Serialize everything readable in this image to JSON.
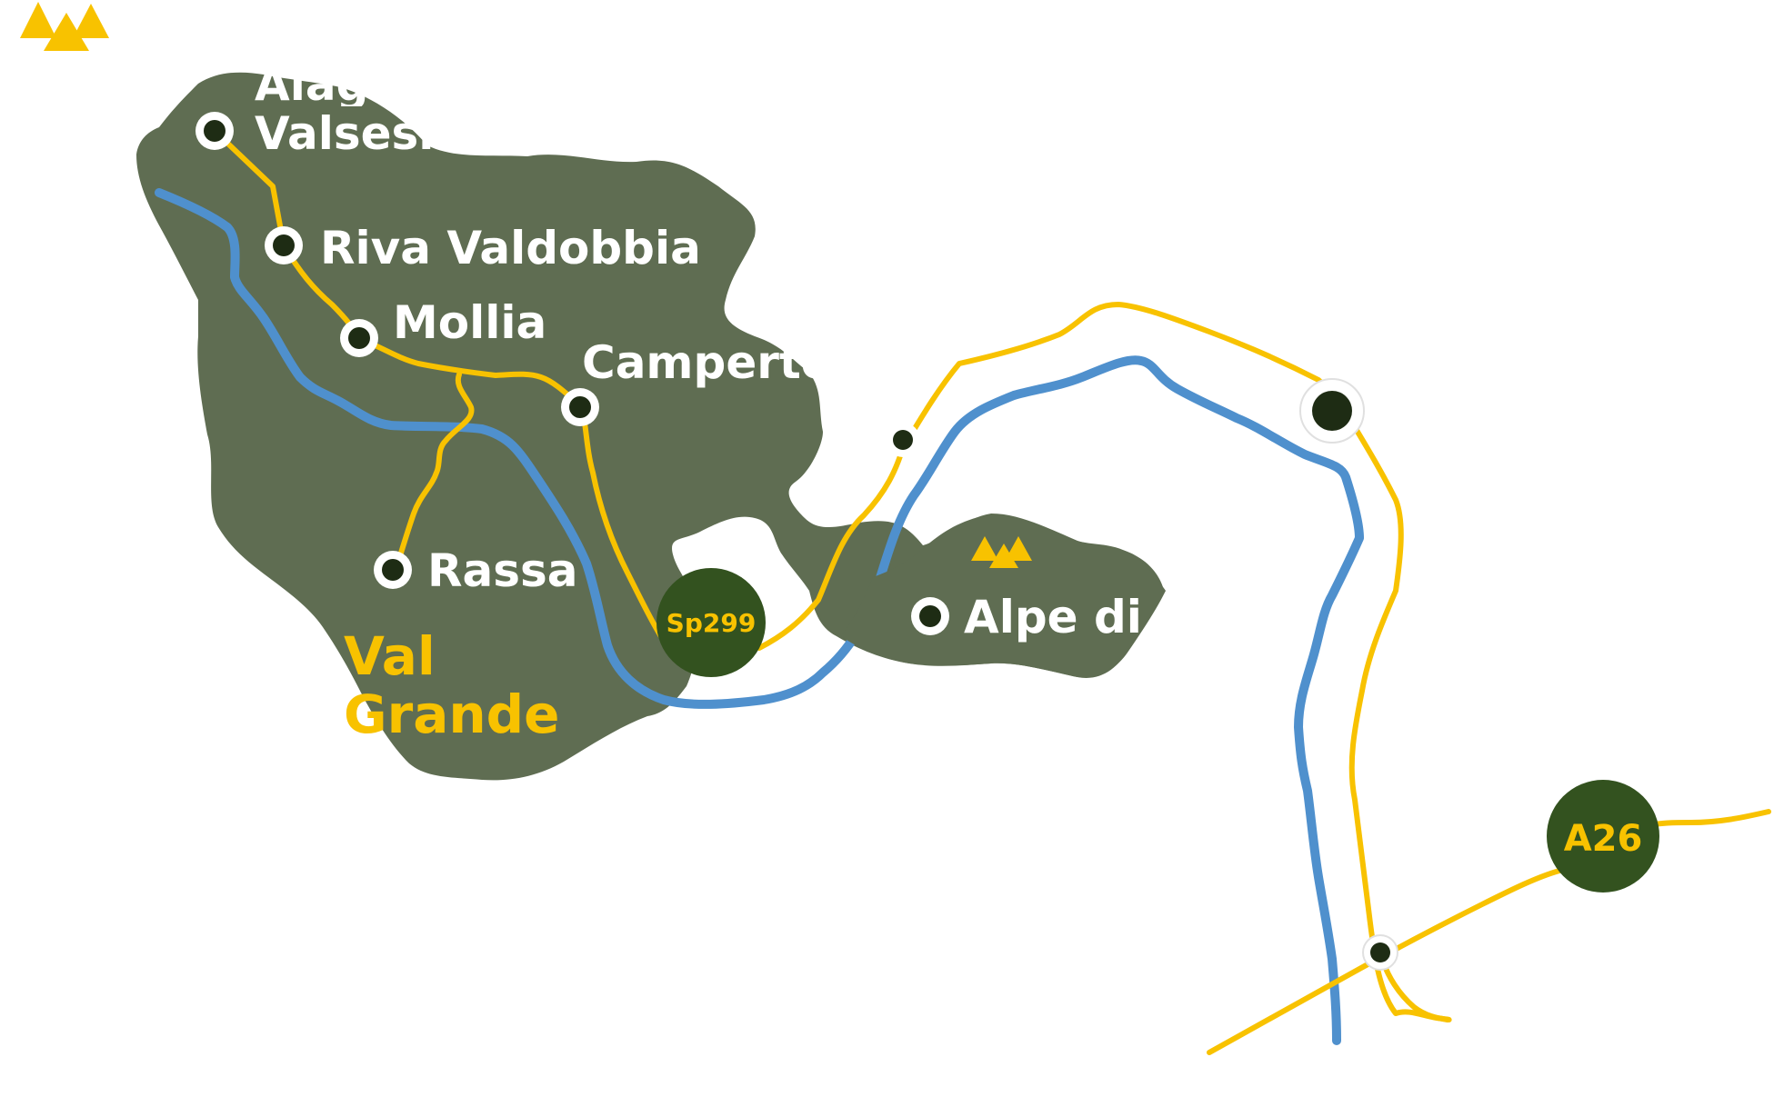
{
  "colors": {
    "area": "#5f6d52",
    "road": "#f8c200",
    "river": "#4f90cd",
    "badge": "#33521f",
    "badge_text": "#f8c200",
    "label": "#ffffff",
    "marker_center": "#1e2c14"
  },
  "places": {
    "alagna": "Alagna",
    "valsesia": "Valsesia",
    "riva_valdobbia": "Riva Valdobbia",
    "mollia": "Mollia",
    "campertogno": "Campertogno",
    "rassa": "Rassa",
    "alpe_di_mera": "Alpe di Mera"
  },
  "areas": {
    "val_grande_line1": "Val",
    "val_grande_line2": "Grande"
  },
  "roads": {
    "sp299": "Sp299",
    "a26": "A26"
  },
  "icons": {
    "corner_mountain": "mountain-icon",
    "alpe_mountain": "mountain-icon"
  }
}
